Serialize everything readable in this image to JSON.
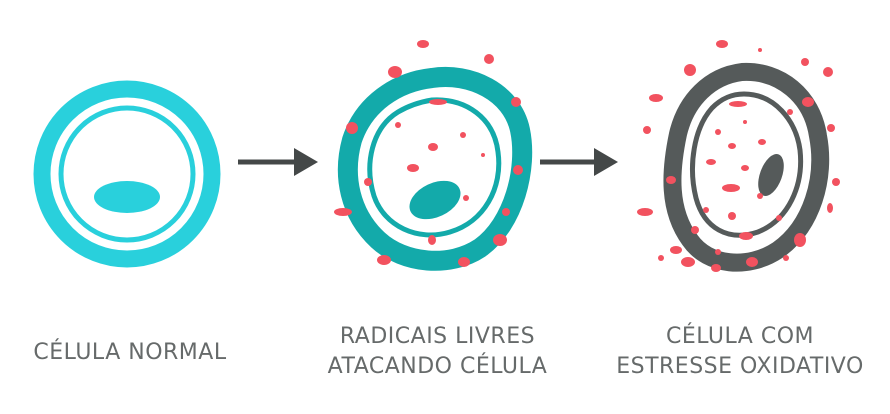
{
  "stages": [
    {
      "caption_lines": [
        "CÉLULA NORMAL"
      ]
    },
    {
      "caption_lines": [
        "RADICAIS LIVRES",
        "ATACANDO CÉLULA"
      ]
    },
    {
      "caption_lines": [
        "CÉLULA COM",
        "ESTRESSE OXIDATIVO"
      ]
    }
  ],
  "colors": {
    "healthy": "#29d0dc",
    "attacked": "#13aaaa",
    "stressed": "#555a5a",
    "radicals": "#f2525f",
    "arrow": "#444848",
    "text": "#666a6a"
  }
}
